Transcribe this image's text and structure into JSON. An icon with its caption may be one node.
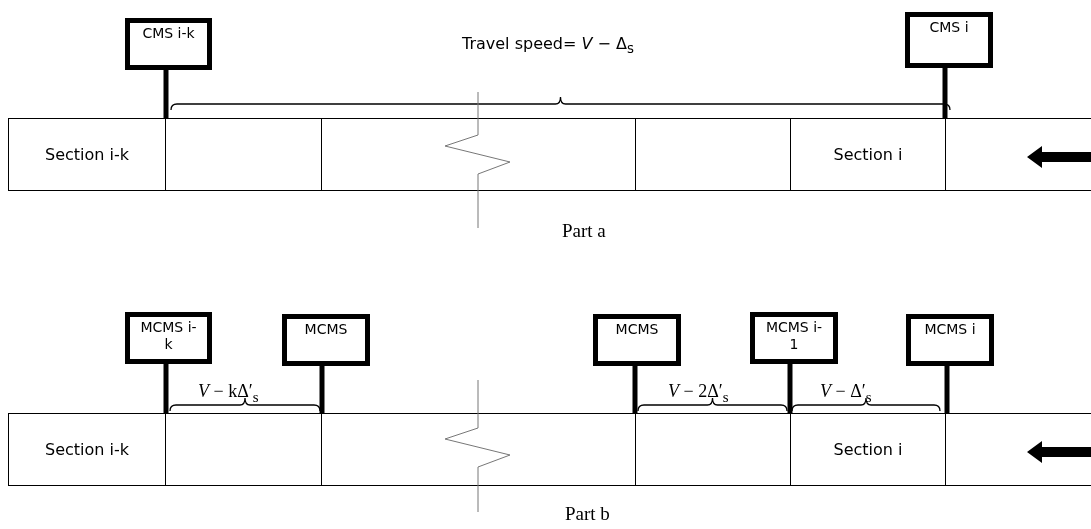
{
  "diagram": {
    "nodes": [
      {
        "text": [
          "CMS i-k"
        ]
      },
      {
        "text": [
          "CMS i"
        ]
      },
      {
        "text": [
          "Section i-k"
        ]
      },
      {
        "text": [],
        "shape": "box"
      },
      {
        "text": [],
        "shape": "box"
      },
      {
        "text": [],
        "shape": "box"
      },
      {
        "text": [
          "Section i"
        ]
      },
      {
        "text": [],
        "shape": "box"
      },
      {
        "text": [
          "MCMS i-k"
        ]
      },
      {
        "text": [
          "MCMS"
        ]
      },
      {
        "text": [
          "MCMS"
        ]
      },
      {
        "text": [
          "MCMS i-1"
        ]
      },
      {
        "text": [
          "MCMS i"
        ]
      },
      {
        "text": [
          "Section i-k"
        ]
      },
      {
        "text": [],
        "shape": "box"
      },
      {
        "text": [],
        "shape": "box"
      },
      {
        "text": [],
        "shape": "box"
      },
      {
        "text": [
          "Section i"
        ]
      },
      {
        "text": [],
        "shape": "box"
      }
    ],
    "edges": [],
    "labels": [
      "Travel speed= *V* − Δ$_{s}$",
      "Part a",
      "*V* − kΔ′$_{s}$",
      "*V* − 2Δ′$_{s}$",
      "*V* − Δ′$_{s}$",
      "Part b"
    ]
  }
}
